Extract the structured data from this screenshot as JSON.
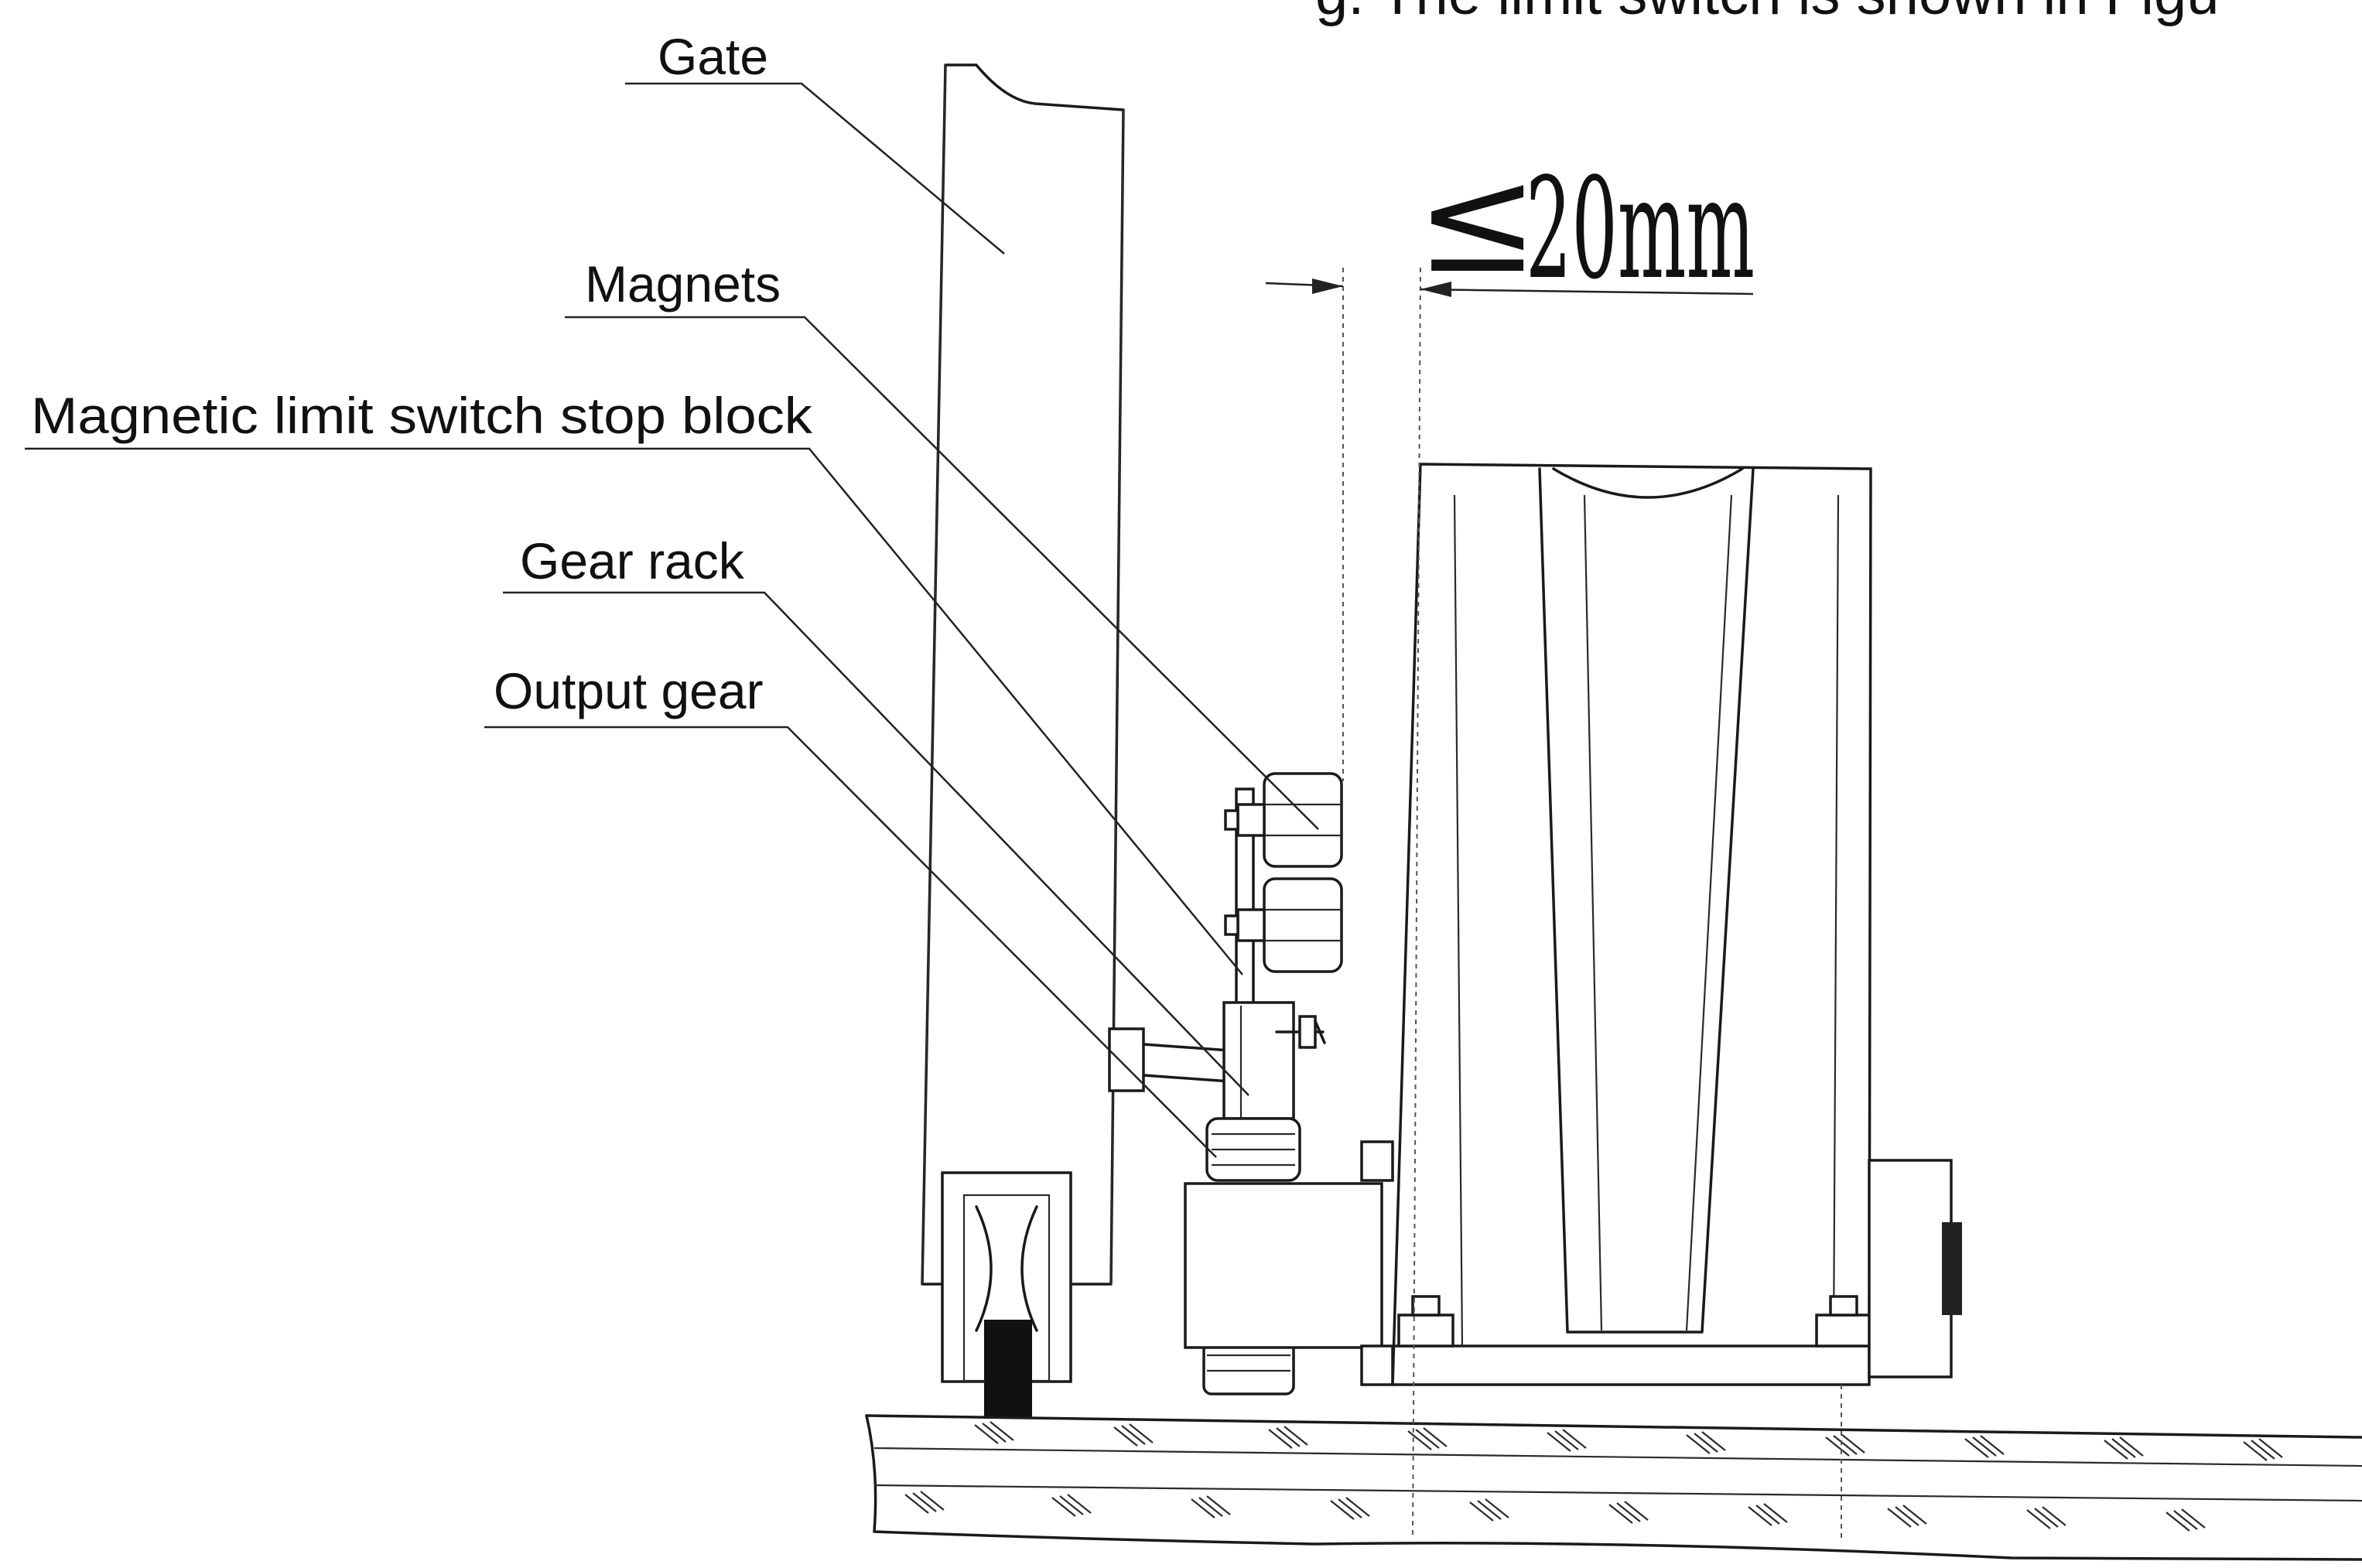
{
  "header": {
    "caption_fragment": "g. The limit switch is shown in Figu"
  },
  "labels": {
    "gate": "Gate",
    "magnets": "Magnets",
    "stop_block": "Magnetic limit switch stop block",
    "gear_rack": "Gear rack",
    "output_gear": "Output gear"
  },
  "dimension": {
    "symbol": "≤",
    "value": "20mm"
  },
  "colors": {
    "line": "#1a1a1a",
    "background": "#ffffff"
  }
}
